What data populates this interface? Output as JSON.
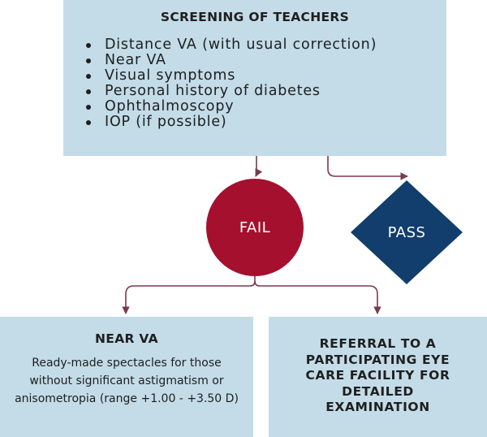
{
  "screening": {
    "title": "SCREENING OF TEACHERS",
    "items": [
      "Distance VA (with usual correction)",
      "Near VA",
      "Visual symptoms",
      "Personal history of diabetes",
      "Ophthalmoscopy",
      "IOP (if possible)"
    ]
  },
  "outcomes": {
    "fail_label": "FAIL",
    "pass_label": "PASS"
  },
  "near_va": {
    "title": "NEAR VA",
    "description": "Ready-made spectacles for those\nwithout significant astigmatism or\nanisometropia (range +1.00 - +3.50 D)"
  },
  "referral": {
    "title": "REFERRAL TO A\nPARTICIPATING EYE\nCARE FACILITY FOR\nDETAILED\nEXAMINATION"
  },
  "colors": {
    "box_fill": "#c3dce8",
    "fail": "#a5102f",
    "pass": "#113e6c",
    "connector": "#7a3a4e"
  }
}
